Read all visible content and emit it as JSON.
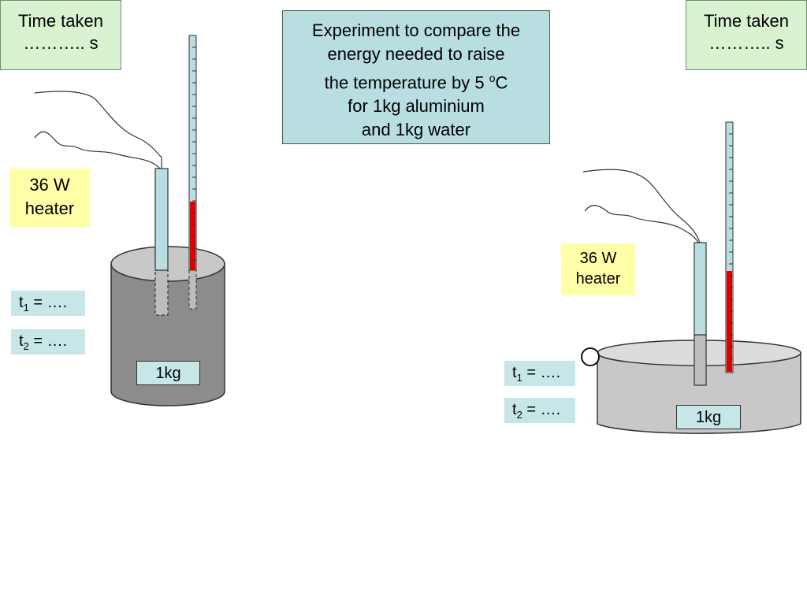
{
  "title": {
    "line1": "Experiment to compare the",
    "line2": "energy needed to raise",
    "line3_pre": "the temperature by  5 ",
    "line3_sup": "o",
    "line3_post": "C",
    "line4": "for 1kg aluminium",
    "line5": "and 1kg water"
  },
  "left": {
    "time_label": "Time taken",
    "time_value": "……….. s",
    "heater_line1": "36 W",
    "heater_line2": "heater",
    "t1_sym": "t",
    "t1_sub": "1",
    "t1_rest": " = ….",
    "t2_sym": "t",
    "t2_sub": "2",
    "t2_rest": " = ….",
    "mass": "1kg"
  },
  "right": {
    "time_label": "Time taken",
    "time_value": "……….. s",
    "heater_line1": "36 W",
    "heater_line2": "heater",
    "t1_sym": "t",
    "t1_sub": "1",
    "t1_rest": " = ….",
    "t2_sym": "t",
    "t2_sub": "2",
    "t2_rest": " = ….",
    "mass": "1kg"
  },
  "colors": {
    "aluminium_block": "#8c8c8c",
    "water_container": "#c8c8c8",
    "heater": "#b9dee2",
    "thermometer_liquid": "#e00000"
  }
}
